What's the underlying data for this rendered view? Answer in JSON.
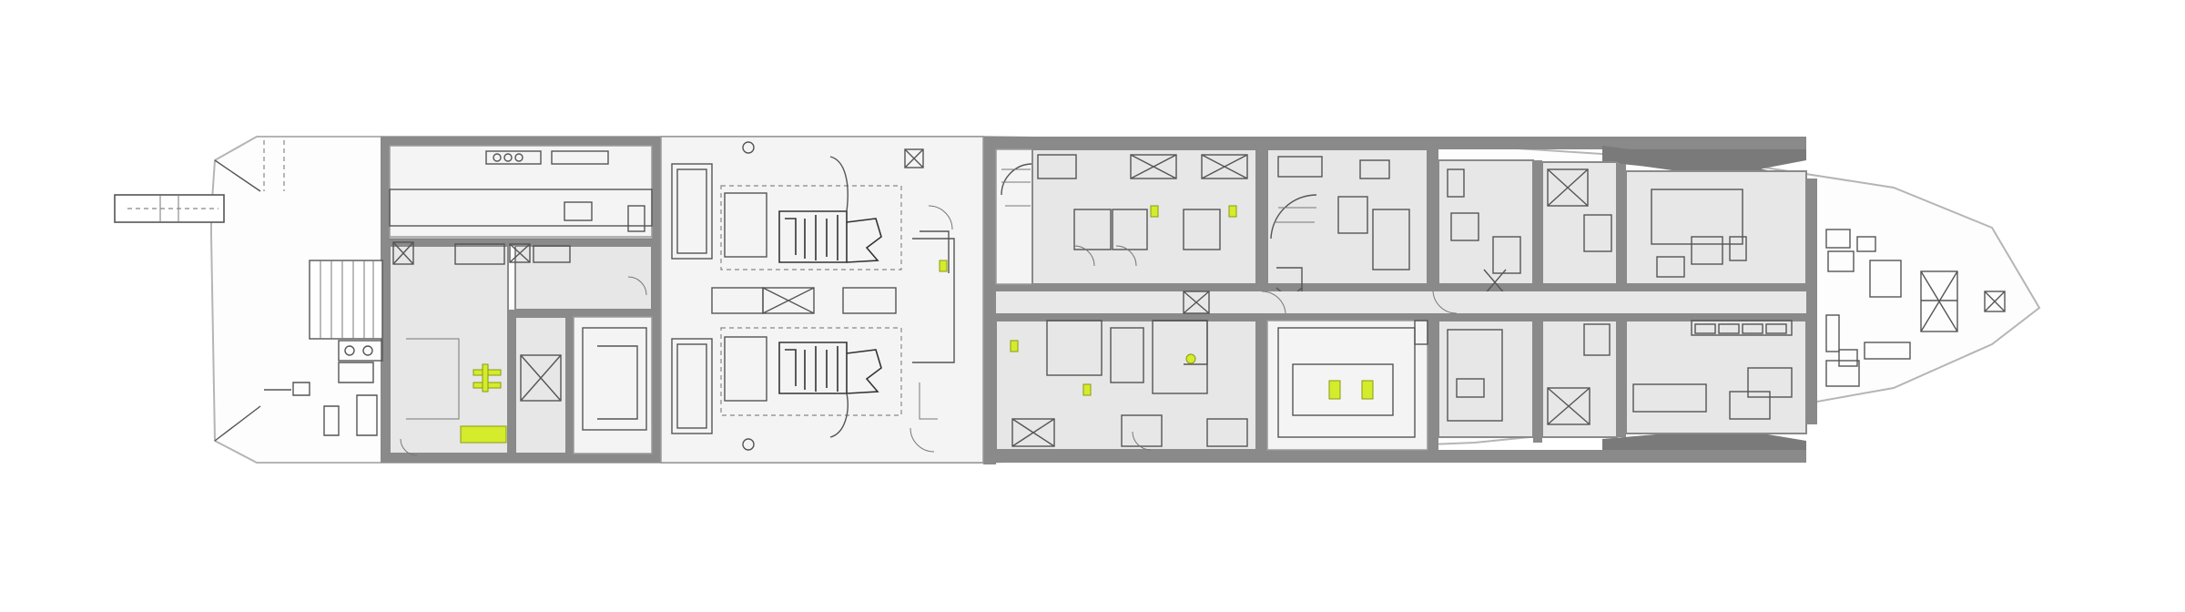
{
  "colors": {
    "wall": "#8a8a8a",
    "floor": "#e6e7e6",
    "accent": "#d4ec2b",
    "hull_outline": "#b5b5b5",
    "line": "#555555"
  },
  "zones": [
    {
      "id": "aft-deck",
      "icon": "stairs-icon"
    },
    {
      "id": "crew-mess-galley",
      "icon": "galley-icon"
    },
    {
      "id": "engine-room",
      "icon": "engine-icon"
    },
    {
      "id": "guest-cabins",
      "icon": "bed-icon"
    },
    {
      "id": "forward-crew",
      "icon": "bunk-icon"
    },
    {
      "id": "forepeak",
      "icon": "anchor-icon"
    }
  ]
}
